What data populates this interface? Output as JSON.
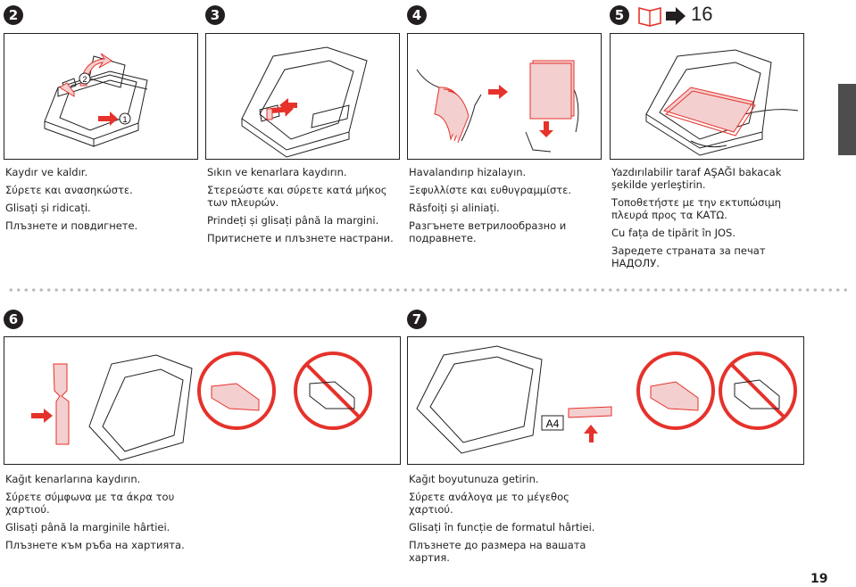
{
  "steps_top": [
    {
      "num": "2",
      "lines": [
        "Kaydır ve kaldır.",
        "Σύρετε και ανασηκώστε.",
        "Glisați și ridicați.",
        "Плъзнете и повдигнете."
      ]
    },
    {
      "num": "3",
      "lines": [
        "Sıkın ve kenarlara kaydırın.",
        "Στερεώστε και σύρετε κατά μήκος των πλευρών.",
        "Prindeți și glisați până la margini.",
        "Притиснете и плъзнете настрани."
      ]
    },
    {
      "num": "4",
      "lines": [
        "Havalandırıp hizalayın.",
        "Ξεφυλλίστε και ευθυγραμμίστε.",
        "Răsfoiți și aliniați.",
        "Разгънете ветрилообразно и подравнете."
      ]
    },
    {
      "num": "5",
      "lines": [
        "Yazdırılabilir taraf AŞAĞI bakacak şekilde yerleştirin.",
        "Τοποθετήστε με την εκτυπώσιμη πλευρά προς τα ΚΑΤΩ.",
        "Cu fața de tipărit în JOS.",
        "Заредете страната за печат НАДОЛУ."
      ]
    }
  ],
  "step5_ref": "16",
  "steps_bottom": [
    {
      "num": "6",
      "lines": [
        "Kağıt kenarlarına kaydırın.",
        "Σύρετε σύμφωνα με τα άκρα του χαρτιού.",
        "Glisați până la marginile hârtiei.",
        "Плъзнете към ръба на хартията."
      ]
    },
    {
      "num": "7",
      "lines": [
        "Kağıt boyutunuza getirin.",
        "Σύρετε ανάλογα με το μέγεθος χαρτιού.",
        "Glisați în funcție de formatul hârtiei.",
        "Плъзнете до размера на вашата хартия."
      ]
    }
  ],
  "illustration_labels": {
    "circle_1": "1",
    "circle_2": "2",
    "paper_size": "A4"
  },
  "page_number": "19",
  "colors": {
    "accent_red": "#e5322b",
    "paper_pink": "#f4cfcf",
    "dark": "#231f20",
    "tab_gray": "#4d4d4d"
  }
}
